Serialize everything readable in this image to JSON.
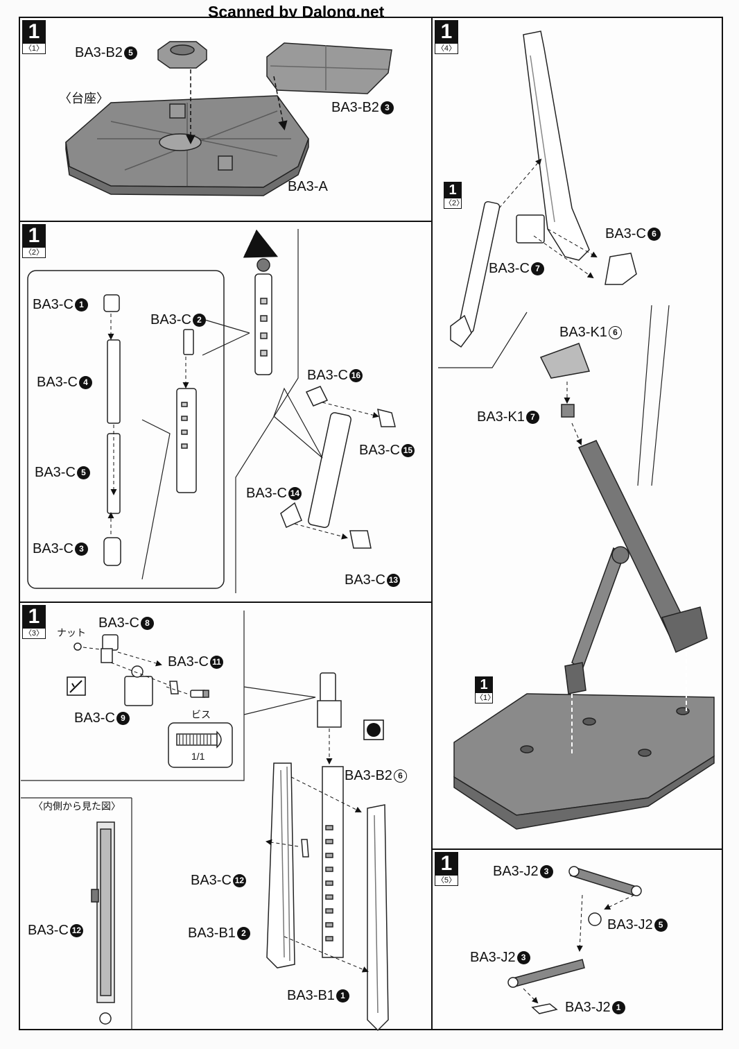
{
  "watermark": "Scanned by Dalong.net",
  "steps": {
    "s1": {
      "num": "1",
      "sub": "〈1〉"
    },
    "s2": {
      "num": "1",
      "sub": "〈2〉"
    },
    "s3": {
      "num": "1",
      "sub": "〈3〉"
    },
    "s4": {
      "num": "1",
      "sub": "〈4〉"
    },
    "s5": {
      "num": "1",
      "sub": "〈5〉"
    },
    "ref2": {
      "num": "1",
      "sub": "〈2〉"
    },
    "ref1": {
      "num": "1",
      "sub": "〈1〉"
    }
  },
  "labels": {
    "base": "〈台座〉",
    "inner_view": "〈内側から見た図〉",
    "nut": "ナット",
    "screw": "ビス",
    "screw_qty": "1/1"
  },
  "parts": {
    "p1": [
      {
        "code": "BA3-B2",
        "num": "5"
      },
      {
        "code": "BA3-B2",
        "num": "3"
      },
      {
        "code": "BA3-A",
        "num": ""
      }
    ],
    "p2": [
      {
        "code": "BA3-C",
        "num": "1"
      },
      {
        "code": "BA3-C",
        "num": "2"
      },
      {
        "code": "BA3-C",
        "num": "4"
      },
      {
        "code": "BA3-C",
        "num": "5"
      },
      {
        "code": "BA3-C",
        "num": "3"
      },
      {
        "code": "BA3-C",
        "num": "16"
      },
      {
        "code": "BA3-C",
        "num": "15"
      },
      {
        "code": "BA3-C",
        "num": "14"
      },
      {
        "code": "BA3-C",
        "num": "13"
      }
    ],
    "p3": [
      {
        "code": "BA3-C",
        "num": "8"
      },
      {
        "code": "BA3-C",
        "num": "11"
      },
      {
        "code": "BA3-C",
        "num": "9"
      },
      {
        "code": "BA3-B2",
        "num": "6"
      },
      {
        "code": "BA3-C",
        "num": "12"
      },
      {
        "code": "BA3-C",
        "num": "12"
      },
      {
        "code": "BA3-B1",
        "num": "2"
      },
      {
        "code": "BA3-B1",
        "num": "1"
      }
    ],
    "p4": [
      {
        "code": "BA3-C",
        "num": "6"
      },
      {
        "code": "BA3-C",
        "num": "7"
      },
      {
        "code": "BA3-K1",
        "num": "6"
      },
      {
        "code": "BA3-K1",
        "num": "7"
      }
    ],
    "p5": [
      {
        "code": "BA3-J2",
        "num": "3"
      },
      {
        "code": "BA3-J2",
        "num": "5"
      },
      {
        "code": "BA3-J2",
        "num": "3"
      },
      {
        "code": "BA3-J2",
        "num": "1"
      }
    ]
  }
}
